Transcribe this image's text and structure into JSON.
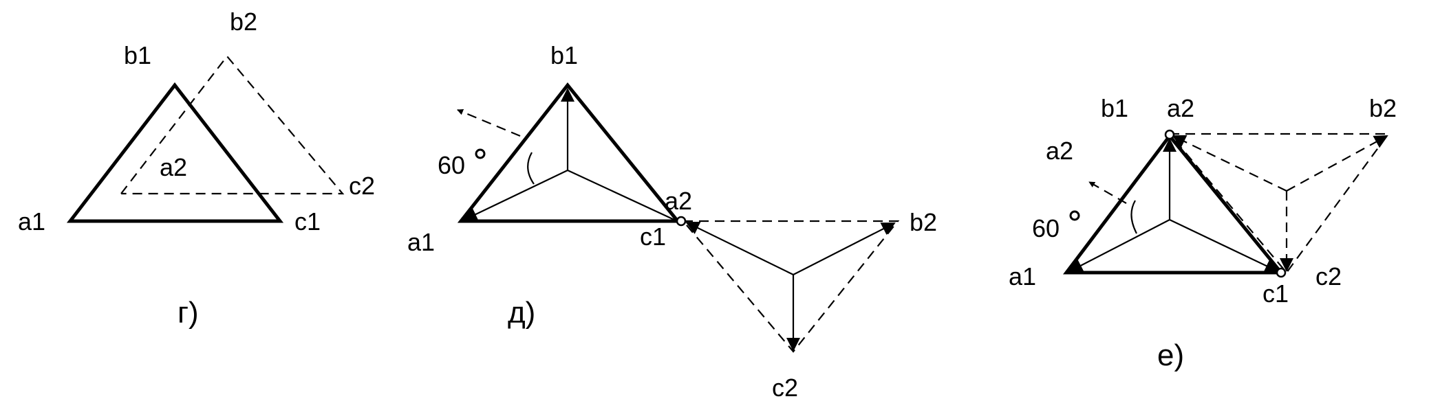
{
  "colors": {
    "ink": "#000000",
    "background": "#ffffff"
  },
  "panel_g": {
    "caption": "г)",
    "labels": {
      "a1": "a1",
      "b1": "b1",
      "c1": "c1",
      "a2": "a2",
      "b2": "b2",
      "c2": "c2"
    }
  },
  "panel_d": {
    "caption": "д)",
    "angle": "60",
    "labels": {
      "a1": "a1",
      "b1": "b1",
      "c1": "c1",
      "a2": "a2",
      "b2": "b2",
      "c2": "c2"
    }
  },
  "panel_e": {
    "caption": "е)",
    "angle": "60",
    "labels": {
      "a1": "a1",
      "b1": "b1",
      "c1": "c1",
      "a2": "a2",
      "b2": "b2",
      "c2": "c2"
    }
  }
}
